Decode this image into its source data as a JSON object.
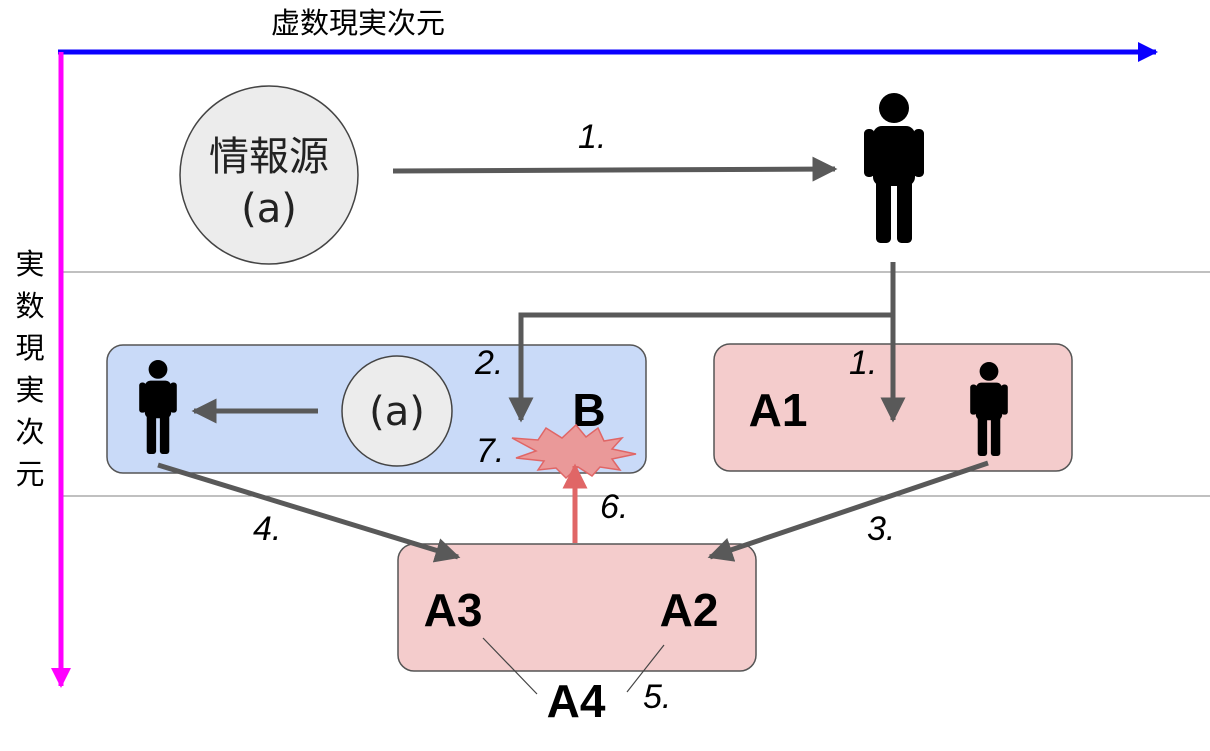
{
  "axes": {
    "horizontal_label": "虚数現実次元",
    "vertical_label": [
      "実",
      "数",
      "現",
      "実",
      "次",
      "元"
    ],
    "horizontal_color": "#0a00ff",
    "vertical_color": "#ff00ff"
  },
  "source": {
    "line1": "情報源",
    "line2": "(a)"
  },
  "boxes": {
    "b": {
      "circle_label": "(a)",
      "label": "B",
      "color": "#c9daf8"
    },
    "a1": {
      "label": "A1",
      "color": "#f4cccc"
    },
    "a23": {
      "label_left": "A3",
      "label_right": "A2",
      "color": "#f4cccc"
    }
  },
  "labels": {
    "a4": "A4"
  },
  "steps": {
    "s1_top": "1.",
    "s1_box": "1.",
    "s2": "2.",
    "s3": "3.",
    "s4": "4.",
    "s5": "5.",
    "s6": "6.",
    "s7": "7."
  },
  "colors": {
    "arrow_gray": "#595959",
    "arrow_red": "#e06666",
    "burst_fill": "#ea9999",
    "circle_fill": "#ececec"
  },
  "icons": [
    "person-icon",
    "burst-icon"
  ]
}
